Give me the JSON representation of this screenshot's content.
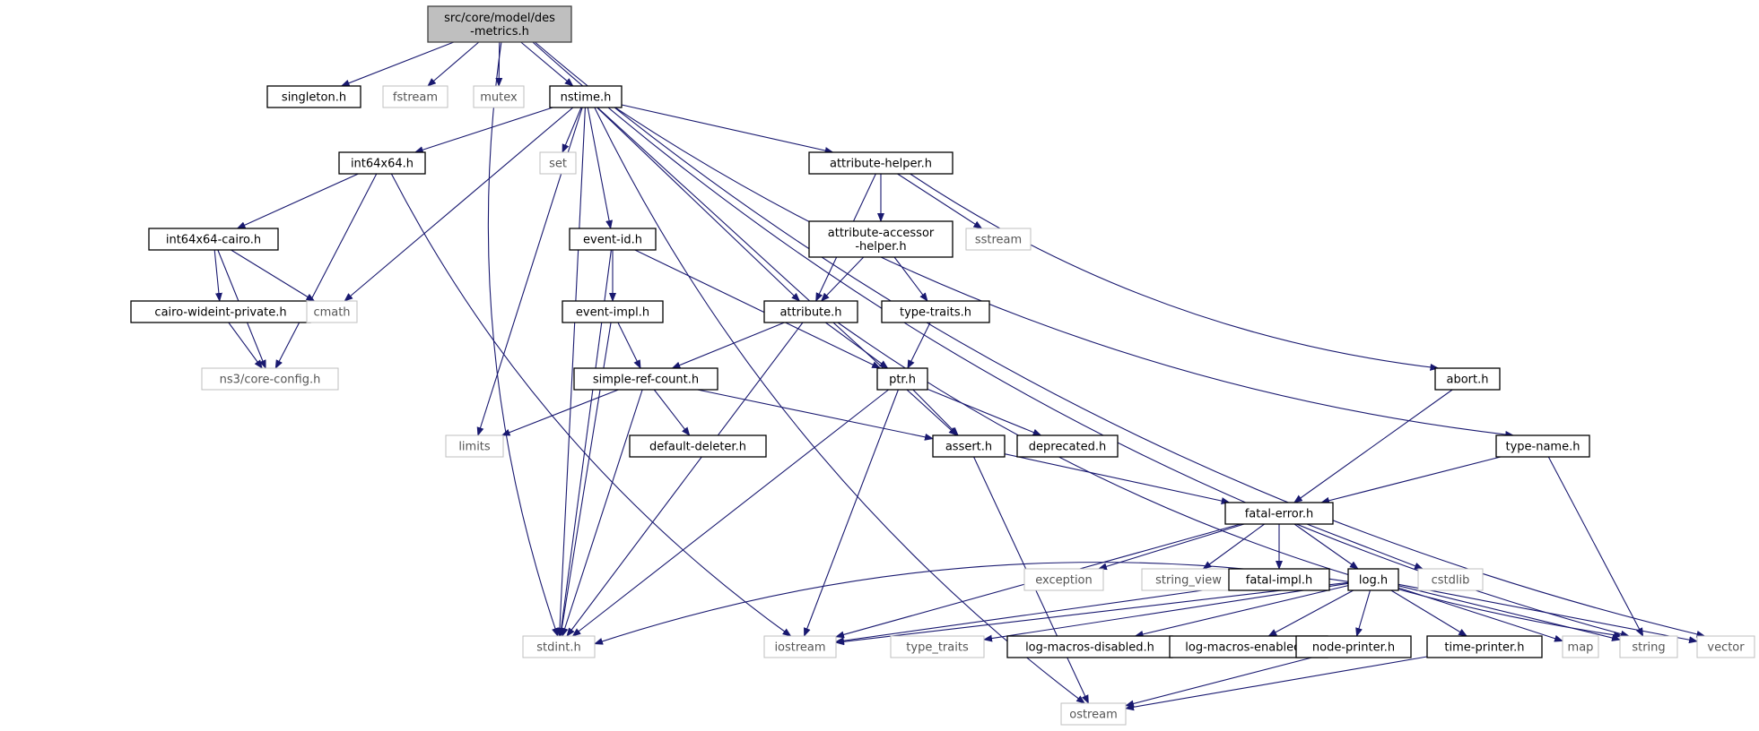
{
  "diagram": {
    "colors": {
      "edge": "#191970",
      "root_fill": "#bfbfbf",
      "root_border": "#404040",
      "internal_border": "#000000",
      "external_border": "#bfbfbf",
      "text": "#000000"
    },
    "nodes": [
      {
        "id": "des-metrics",
        "lines": [
          "src/core/model/des",
          "-metrics.h"
        ],
        "kind": "root"
      },
      {
        "id": "singleton",
        "lines": [
          "singleton.h"
        ],
        "kind": "internal"
      },
      {
        "id": "fstream",
        "lines": [
          "fstream"
        ],
        "kind": "external"
      },
      {
        "id": "mutex",
        "lines": [
          "mutex"
        ],
        "kind": "external"
      },
      {
        "id": "nstime",
        "lines": [
          "nstime.h"
        ],
        "kind": "internal"
      },
      {
        "id": "int64x64",
        "lines": [
          "int64x64.h"
        ],
        "kind": "internal"
      },
      {
        "id": "set",
        "lines": [
          "set"
        ],
        "kind": "external"
      },
      {
        "id": "attribute-helper",
        "lines": [
          "attribute-helper.h"
        ],
        "kind": "internal"
      },
      {
        "id": "int64x64-cairo",
        "lines": [
          "int64x64-cairo.h"
        ],
        "kind": "internal"
      },
      {
        "id": "event-id",
        "lines": [
          "event-id.h"
        ],
        "kind": "internal"
      },
      {
        "id": "attribute-accessor-helper",
        "lines": [
          "attribute-accessor",
          "-helper.h"
        ],
        "kind": "internal"
      },
      {
        "id": "sstream",
        "lines": [
          "sstream"
        ],
        "kind": "external"
      },
      {
        "id": "cairo-wideint-private",
        "lines": [
          "cairo-wideint-private.h"
        ],
        "kind": "internal"
      },
      {
        "id": "cmath",
        "lines": [
          "cmath"
        ],
        "kind": "external"
      },
      {
        "id": "event-impl",
        "lines": [
          "event-impl.h"
        ],
        "kind": "internal"
      },
      {
        "id": "attribute",
        "lines": [
          "attribute.h"
        ],
        "kind": "internal"
      },
      {
        "id": "type-traits-h",
        "lines": [
          "type-traits.h"
        ],
        "kind": "internal"
      },
      {
        "id": "ns3-core-config",
        "lines": [
          "ns3/core-config.h"
        ],
        "kind": "external"
      },
      {
        "id": "simple-ref-count",
        "lines": [
          "simple-ref-count.h"
        ],
        "kind": "internal"
      },
      {
        "id": "ptr",
        "lines": [
          "ptr.h"
        ],
        "kind": "internal"
      },
      {
        "id": "abort",
        "lines": [
          "abort.h"
        ],
        "kind": "internal"
      },
      {
        "id": "limits",
        "lines": [
          "limits"
        ],
        "kind": "external"
      },
      {
        "id": "default-deleter",
        "lines": [
          "default-deleter.h"
        ],
        "kind": "internal"
      },
      {
        "id": "assert",
        "lines": [
          "assert.h"
        ],
        "kind": "internal"
      },
      {
        "id": "deprecated",
        "lines": [
          "deprecated.h"
        ],
        "kind": "internal"
      },
      {
        "id": "type-name",
        "lines": [
          "type-name.h"
        ],
        "kind": "internal"
      },
      {
        "id": "fatal-error",
        "lines": [
          "fatal-error.h"
        ],
        "kind": "internal"
      },
      {
        "id": "exception",
        "lines": [
          "exception"
        ],
        "kind": "external"
      },
      {
        "id": "string_view",
        "lines": [
          "string_view"
        ],
        "kind": "external"
      },
      {
        "id": "fatal-impl",
        "lines": [
          "fatal-impl.h"
        ],
        "kind": "internal"
      },
      {
        "id": "log",
        "lines": [
          "log.h"
        ],
        "kind": "internal"
      },
      {
        "id": "cstdlib",
        "lines": [
          "cstdlib"
        ],
        "kind": "external"
      },
      {
        "id": "stdint",
        "lines": [
          "stdint.h"
        ],
        "kind": "external"
      },
      {
        "id": "iostream",
        "lines": [
          "iostream"
        ],
        "kind": "external"
      },
      {
        "id": "type_traits",
        "lines": [
          "type_traits"
        ],
        "kind": "external"
      },
      {
        "id": "log-macros-disabled",
        "lines": [
          "log-macros-disabled.h"
        ],
        "kind": "internal"
      },
      {
        "id": "log-macros-enabled",
        "lines": [
          "log-macros-enabled.h"
        ],
        "kind": "internal"
      },
      {
        "id": "node-printer",
        "lines": [
          "node-printer.h"
        ],
        "kind": "internal"
      },
      {
        "id": "time-printer",
        "lines": [
          "time-printer.h"
        ],
        "kind": "internal"
      },
      {
        "id": "map",
        "lines": [
          "map"
        ],
        "kind": "external"
      },
      {
        "id": "string",
        "lines": [
          "string"
        ],
        "kind": "external"
      },
      {
        "id": "vector",
        "lines": [
          "vector"
        ],
        "kind": "external"
      },
      {
        "id": "ostream",
        "lines": [
          "ostream"
        ],
        "kind": "external"
      }
    ],
    "edges": [
      [
        "des-metrics",
        "singleton"
      ],
      [
        "des-metrics",
        "fstream"
      ],
      [
        "des-metrics",
        "mutex"
      ],
      [
        "des-metrics",
        "nstime"
      ],
      [
        "des-metrics",
        "stdint"
      ],
      [
        "des-metrics",
        "string"
      ],
      [
        "des-metrics",
        "vector"
      ],
      [
        "nstime",
        "int64x64"
      ],
      [
        "nstime",
        "set"
      ],
      [
        "nstime",
        "attribute-helper"
      ],
      [
        "nstime",
        "event-id"
      ],
      [
        "nstime",
        "attribute"
      ],
      [
        "nstime",
        "assert"
      ],
      [
        "nstime",
        "type-name"
      ],
      [
        "nstime",
        "cmath"
      ],
      [
        "nstime",
        "limits"
      ],
      [
        "nstime",
        "stdint"
      ],
      [
        "nstime",
        "ostream"
      ],
      [
        "int64x64",
        "int64x64-cairo"
      ],
      [
        "int64x64",
        "ns3-core-config"
      ],
      [
        "int64x64",
        "iostream"
      ],
      [
        "int64x64-cairo",
        "cairo-wideint-private"
      ],
      [
        "int64x64-cairo",
        "cmath"
      ],
      [
        "int64x64-cairo",
        "ns3-core-config"
      ],
      [
        "cairo-wideint-private",
        "ns3-core-config"
      ],
      [
        "attribute-helper",
        "attribute-accessor-helper"
      ],
      [
        "attribute-helper",
        "sstream"
      ],
      [
        "attribute-helper",
        "attribute"
      ],
      [
        "attribute-helper",
        "abort"
      ],
      [
        "attribute-accessor-helper",
        "attribute"
      ],
      [
        "attribute-accessor-helper",
        "type-traits-h"
      ],
      [
        "type-traits-h",
        "ptr"
      ],
      [
        "event-id",
        "event-impl"
      ],
      [
        "event-id",
        "ptr"
      ],
      [
        "event-id",
        "stdint"
      ],
      [
        "event-impl",
        "simple-ref-count"
      ],
      [
        "event-impl",
        "stdint"
      ],
      [
        "attribute",
        "simple-ref-count"
      ],
      [
        "attribute",
        "ptr"
      ],
      [
        "attribute",
        "string"
      ],
      [
        "attribute",
        "stdint"
      ],
      [
        "simple-ref-count",
        "limits"
      ],
      [
        "simple-ref-count",
        "default-deleter"
      ],
      [
        "simple-ref-count",
        "assert"
      ],
      [
        "simple-ref-count",
        "stdint"
      ],
      [
        "ptr",
        "assert"
      ],
      [
        "ptr",
        "deprecated"
      ],
      [
        "ptr",
        "iostream"
      ],
      [
        "ptr",
        "stdint"
      ],
      [
        "assert",
        "fatal-error"
      ],
      [
        "assert",
        "ostream"
      ],
      [
        "abort",
        "fatal-error"
      ],
      [
        "type-name",
        "fatal-error"
      ],
      [
        "type-name",
        "string"
      ],
      [
        "fatal-error",
        "exception"
      ],
      [
        "fatal-error",
        "string_view"
      ],
      [
        "fatal-error",
        "fatal-impl"
      ],
      [
        "fatal-error",
        "log"
      ],
      [
        "fatal-error",
        "cstdlib"
      ],
      [
        "fatal-error",
        "iostream"
      ],
      [
        "fatal-impl",
        "iostream"
      ],
      [
        "log",
        "stdint"
      ],
      [
        "log",
        "iostream"
      ],
      [
        "log",
        "type_traits"
      ],
      [
        "log",
        "log-macros-disabled"
      ],
      [
        "log",
        "log-macros-enabled"
      ],
      [
        "log",
        "node-printer"
      ],
      [
        "log",
        "time-printer"
      ],
      [
        "log",
        "map"
      ],
      [
        "log",
        "string"
      ],
      [
        "log",
        "vector"
      ],
      [
        "node-printer",
        "ostream"
      ],
      [
        "time-printer",
        "ostream"
      ]
    ]
  }
}
